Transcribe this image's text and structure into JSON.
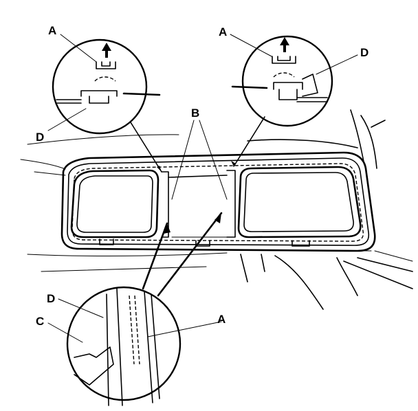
{
  "labels": {
    "a_top_left": "A",
    "a_top_right": "A",
    "b": "B",
    "c": "C",
    "d_top_left": "D",
    "d_top_right": "D",
    "d_bottom": "D",
    "a_bottom": "A"
  }
}
